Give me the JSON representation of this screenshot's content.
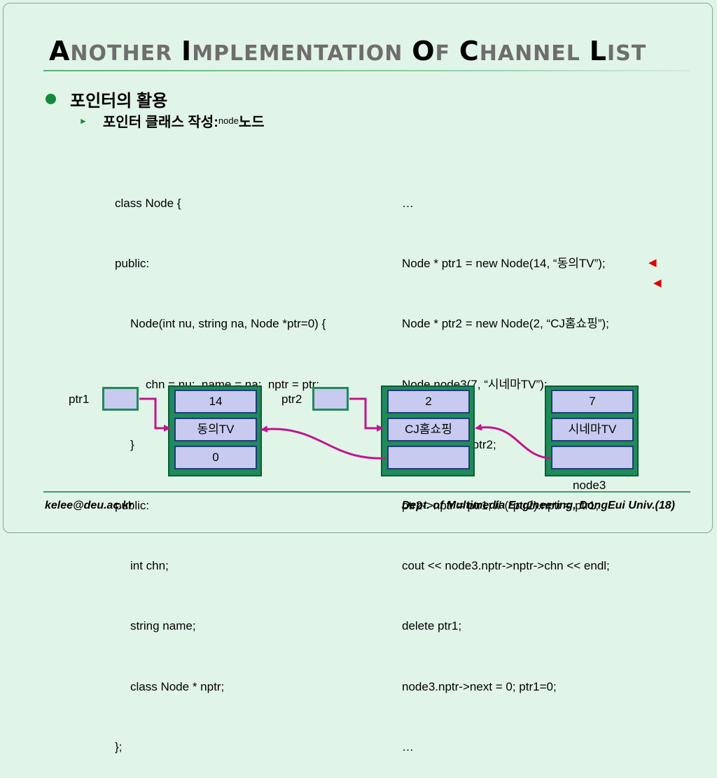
{
  "slide": {
    "title": {
      "w1_cap": "A",
      "w1_rest": "NOTHER",
      "w2_cap": "I",
      "w2_rest": "MPLEMENTATION",
      "w3_cap": "O",
      "w3_rest": "F",
      "w4_cap": "C",
      "w4_rest": "HANNEL",
      "w5_cap": "L",
      "w5_rest": "IST"
    },
    "bullet1": "포인터의 활용",
    "bullet2": {
      "text": "포인터 클래스 작성: ",
      "sup": "node",
      "tail": "노드"
    }
  },
  "code_left": [
    "class Node {",
    "public:",
    "Node(int nu, string na, Node *ptr=0) {",
    "chn = nu;  name = na;  nptr = ptr;",
    "}",
    "public:",
    "int chn;",
    "string name;",
    "class Node * nptr;",
    "};"
  ],
  "code_right": [
    "…",
    "Node * ptr1 = new Node(14, “동의TV”);",
    "Node * ptr2 = new Node(2, “CJ홈쇼핑”);",
    "Node node3(7, “시네마TV”);",
    "node3.nptr = ptr2;",
    "ptr2->nptr = ptr1; // (*ptr2).nptr = ptr1;",
    "cout << node3.nptr->nptr->chn << endl;",
    "delete ptr1;",
    "node3.nptr->next = 0; ptr1=0;",
    "…"
  ],
  "markers": {
    "glyph": "◀",
    "color": "#e00000"
  },
  "diagram": {
    "ptr1_label": "ptr1",
    "ptr2_label": "ptr2",
    "node1": {
      "chn": "14",
      "name": "동의TV",
      "nptr": "0"
    },
    "node2": {
      "chn": "2",
      "name": "CJ홈쇼핑",
      "nptr": ""
    },
    "node3": {
      "chn": "7",
      "name": "시네마TV",
      "nptr": "",
      "label": "node3"
    },
    "arrow_color": "#c0168c"
  },
  "footer": {
    "left": "kelee@deu.ac.kr",
    "right": "Dept. of Multimedia Engineering, DongEui Univ.(18)"
  },
  "colors": {
    "background": "#e1f4e8",
    "accent": "#128a3c",
    "node_fill": "#1f8a5a",
    "cell_fill": "#c9caf0"
  }
}
